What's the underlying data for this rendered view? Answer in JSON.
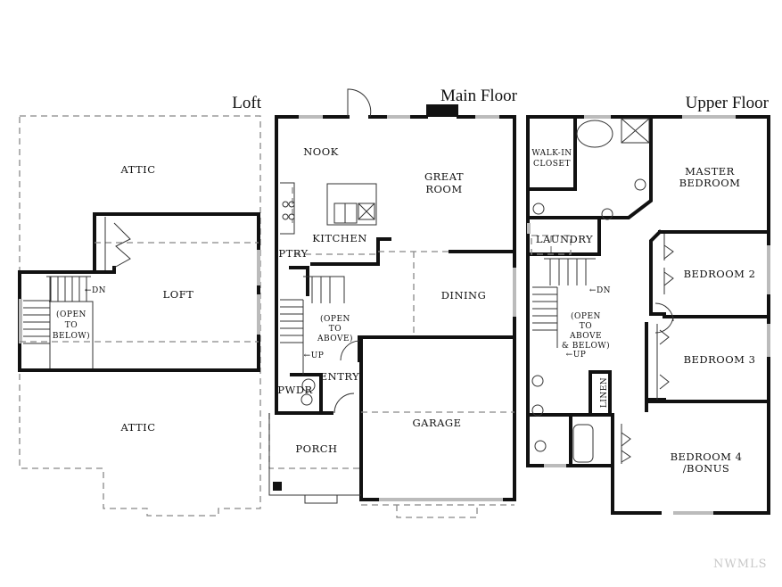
{
  "titles": {
    "loft": "Loft",
    "main": "Main Floor",
    "upper": "Upper Floor"
  },
  "loft": {
    "attic_top": "ATTIC",
    "loft": "LOFT",
    "attic_bottom": "ATTIC",
    "open_below": [
      "(OPEN",
      "TO",
      "BELOW)"
    ],
    "dn": "←DN"
  },
  "main": {
    "nook": "NOOK",
    "great_room": [
      "GREAT",
      "ROOM"
    ],
    "kitchen": "KITCHEN",
    "pantry": "PTRY",
    "dining": "DINING",
    "open_above": [
      "(OPEN",
      "TO",
      "ABOVE)"
    ],
    "up": "←UP",
    "entry": "ENTRY",
    "powder": "PWDR",
    "porch": "PORCH",
    "garage": "GARAGE"
  },
  "upper": {
    "walk_in_closet": [
      "WALK-IN",
      "CLOSET"
    ],
    "master_bedroom": [
      "MASTER",
      "BEDROOM"
    ],
    "laundry": "LAUNDRY",
    "bedroom2": "BEDROOM 2",
    "dn": "←DN",
    "open_above_below": [
      "(OPEN",
      "TO",
      "ABOVE",
      "& BELOW)"
    ],
    "up": "←UP",
    "bedroom3": "BEDROOM 3",
    "linen": "LINEN",
    "bedroom4": [
      "BEDROOM 4",
      "/BONUS"
    ]
  },
  "watermark": "NWMLS"
}
